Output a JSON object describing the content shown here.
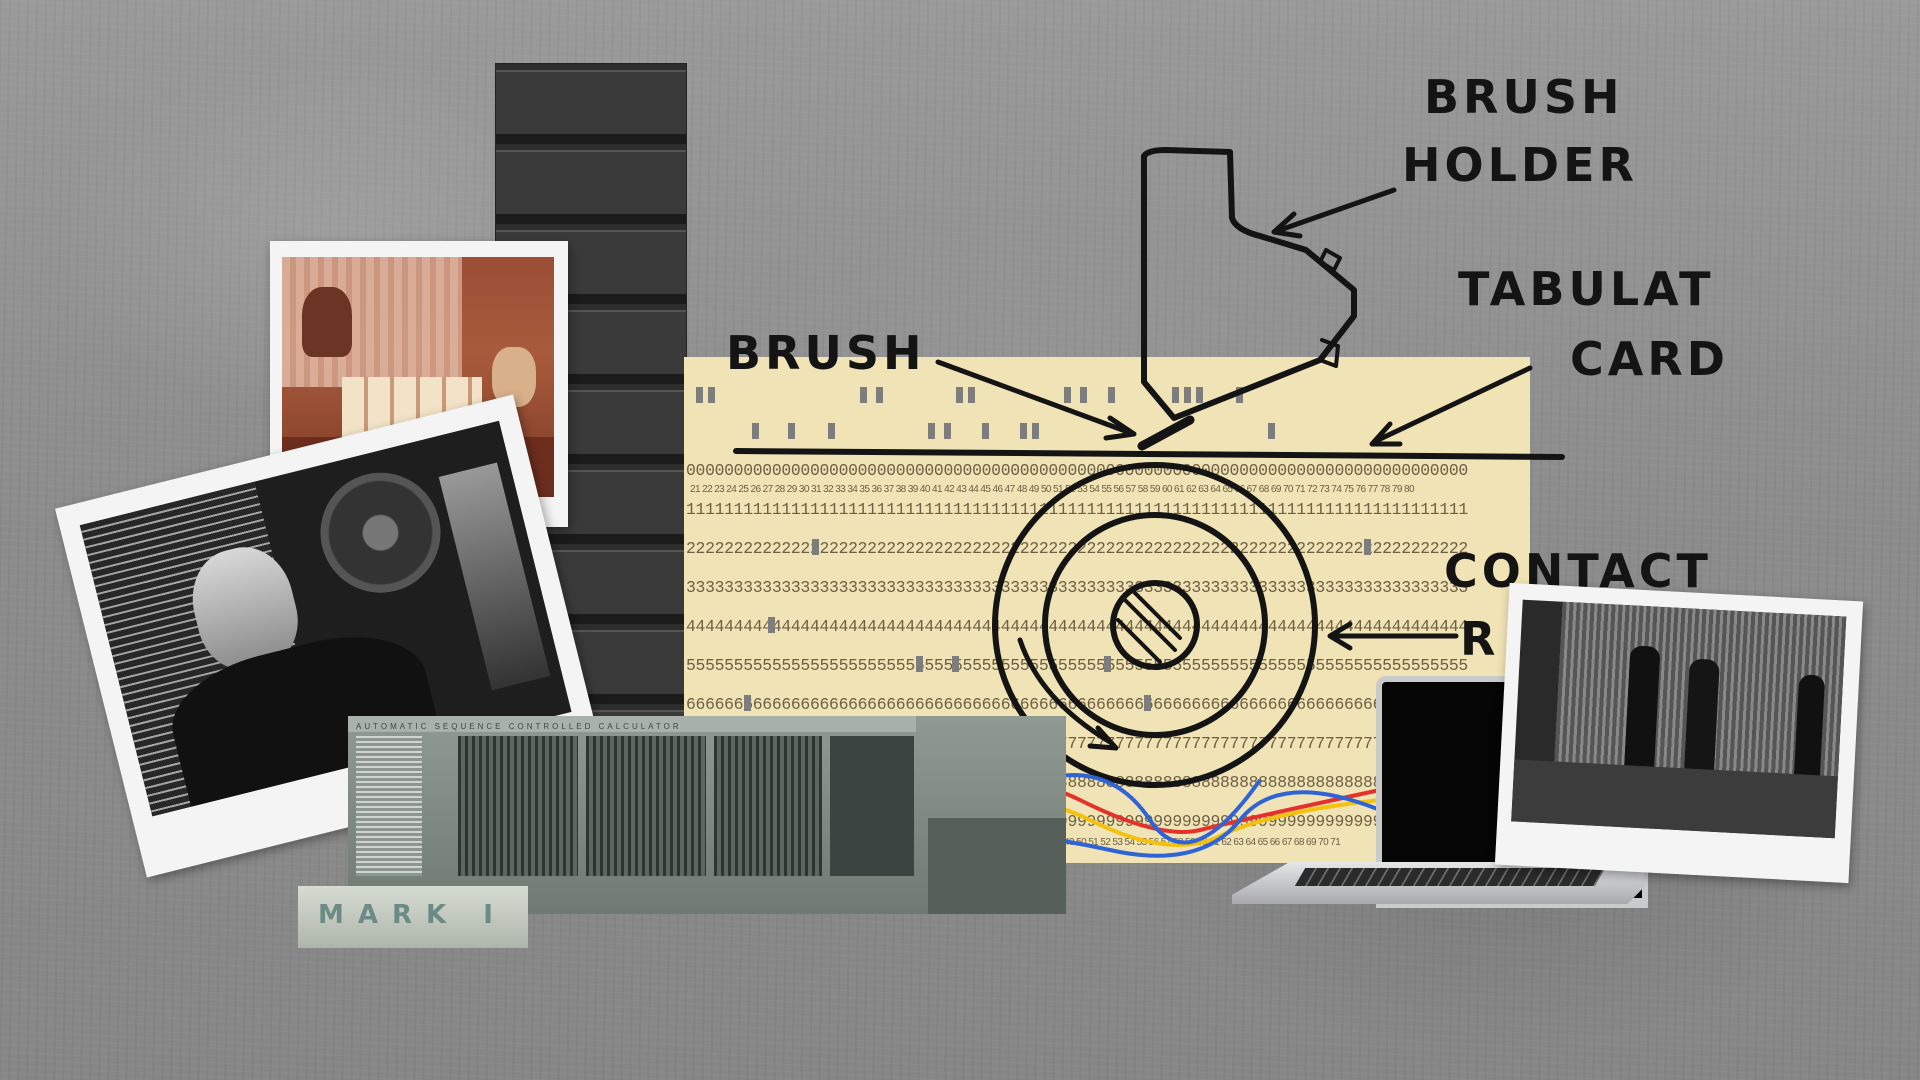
{
  "diagram": {
    "labels": {
      "brush_holder_1": "BRUSH",
      "brush_holder_2": "HOLDER",
      "brush": "BRUSH",
      "tabulat": "TABULAT",
      "card": "CARD",
      "contact": "CONTACT",
      "r": "R"
    }
  },
  "punch_card": {
    "rows": [
      "0000000000000000000000000000000000000000000000000000000000000000000000000000000000",
      "1111111111111111111111111111111111111111111111111111111111111111111111111111111111",
      "2222222222222222222222222222222222222222222222222222222222222222222222222222222222",
      "3333333333333333333333333333333333333333333333333333333333333333333333333333333333",
      "4444444444444444444444444444444444444444444444444444444444444444444444444444444444",
      "5555555555555555555555555555555555555555555555555555555555555555555555555555555555",
      "6666666666666666666666666666666666666666666666666666666666666666666666666666666666",
      "7777777777777777777777777777777777777777777777777777777777777777777777777777777777",
      "8888888888888888888888888888888888888888888888888888888888888888888888888888888888",
      "9999999999999999999999999999999999999999999999999999999999999999999999999999999999"
    ],
    "column_numbers": "21 22 23 24 25 26 27 28 29 30 31 32 33 34 35 36 37 38 39 40 41 42 43 44 45 46 47 48 49 50 51 52 53 54 55 56 57 58 59 60 61 62 63 64 65 66 67 68 69 70 71 72 73 74 75 76 77 78 79 80",
    "bottom_column_numbers": "49 50 51 52 53 54 55 56 57 58 59 60 61 62 63 64 65 66 67 68 69 70 71"
  },
  "mark1": {
    "header_text": "AUTOMATIC SEQUENCE CONTROLLED CALCULATOR",
    "plate": "MARK I"
  }
}
